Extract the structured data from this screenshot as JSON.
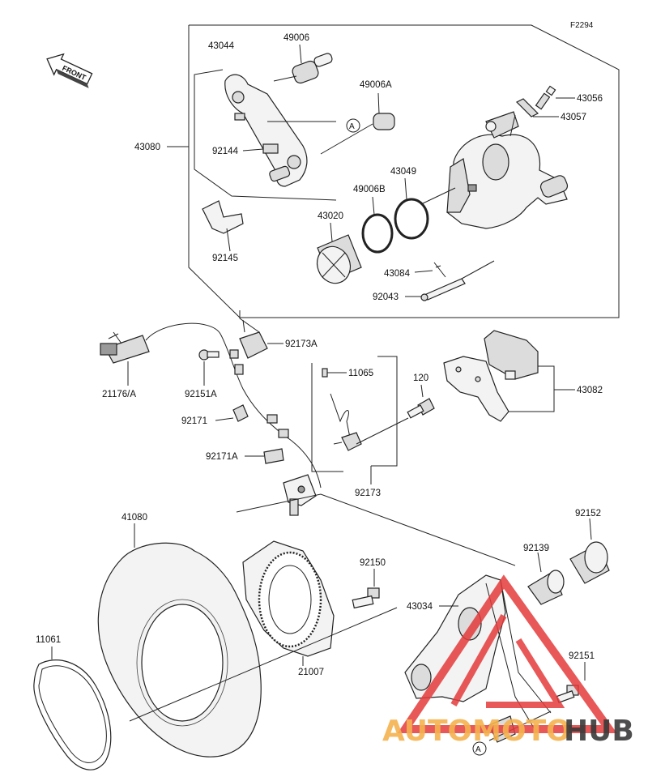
{
  "figure_code": "F2294",
  "front_label": "FRONT",
  "ref_marker": "A",
  "parts": {
    "p43044": "43044",
    "p49006": "49006",
    "p49006A": "49006A",
    "p43056": "43056",
    "p43057": "43057",
    "p43080": "43080",
    "p92144": "92144",
    "p43049": "43049",
    "p49006B": "49006B",
    "p43020": "43020",
    "p92145": "92145",
    "p43084": "43084",
    "p92043": "92043",
    "p92173A": "92173A",
    "p11065": "11065",
    "p120": "120",
    "p43082": "43082",
    "p21176A": "21176/A",
    "p92151A": "92151A",
    "p92171": "92171",
    "p92171A": "92171A",
    "p92173": "92173",
    "p41080": "41080",
    "p92152": "92152",
    "p92150": "92150",
    "p92139": "92139",
    "p43034": "43034",
    "p11061": "11061",
    "p21007": "21007",
    "p92151": "92151"
  },
  "watermark": {
    "part1": "AUTOMOTO",
    "part2": "HUB",
    "color1": "#f5b24f",
    "color2": "#3a3a3a",
    "triangle_color": "#e43b3b"
  }
}
